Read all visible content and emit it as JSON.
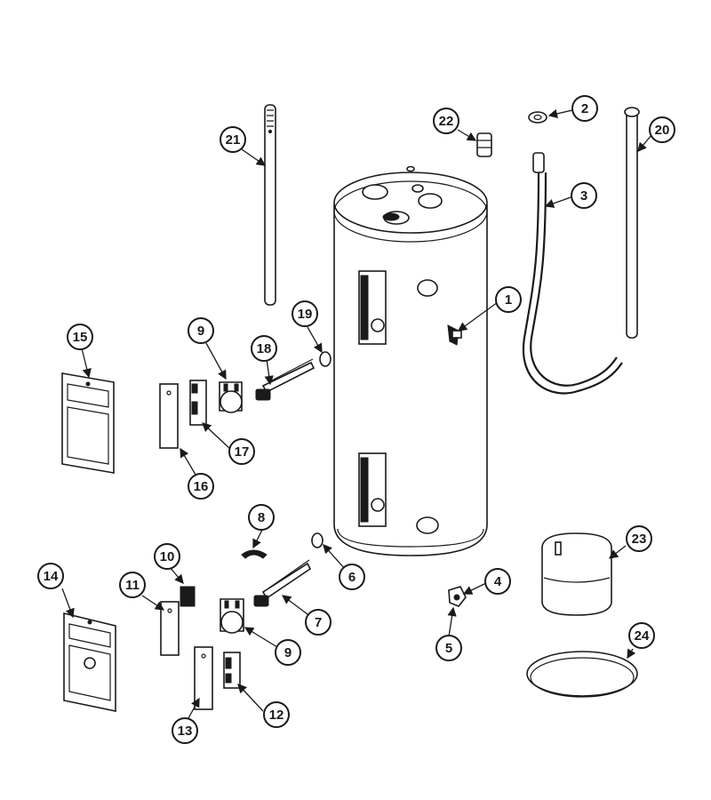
{
  "callouts": [
    "1",
    "2",
    "3",
    "4",
    "5",
    "6",
    "7",
    "8",
    "9",
    "9",
    "10",
    "11",
    "12",
    "13",
    "14",
    "15",
    "16",
    "17",
    "18",
    "19",
    "20",
    "21",
    "22",
    "23",
    "24"
  ],
  "colors": {
    "ink": "#1a1a1a",
    "paper": "#ffffff"
  }
}
